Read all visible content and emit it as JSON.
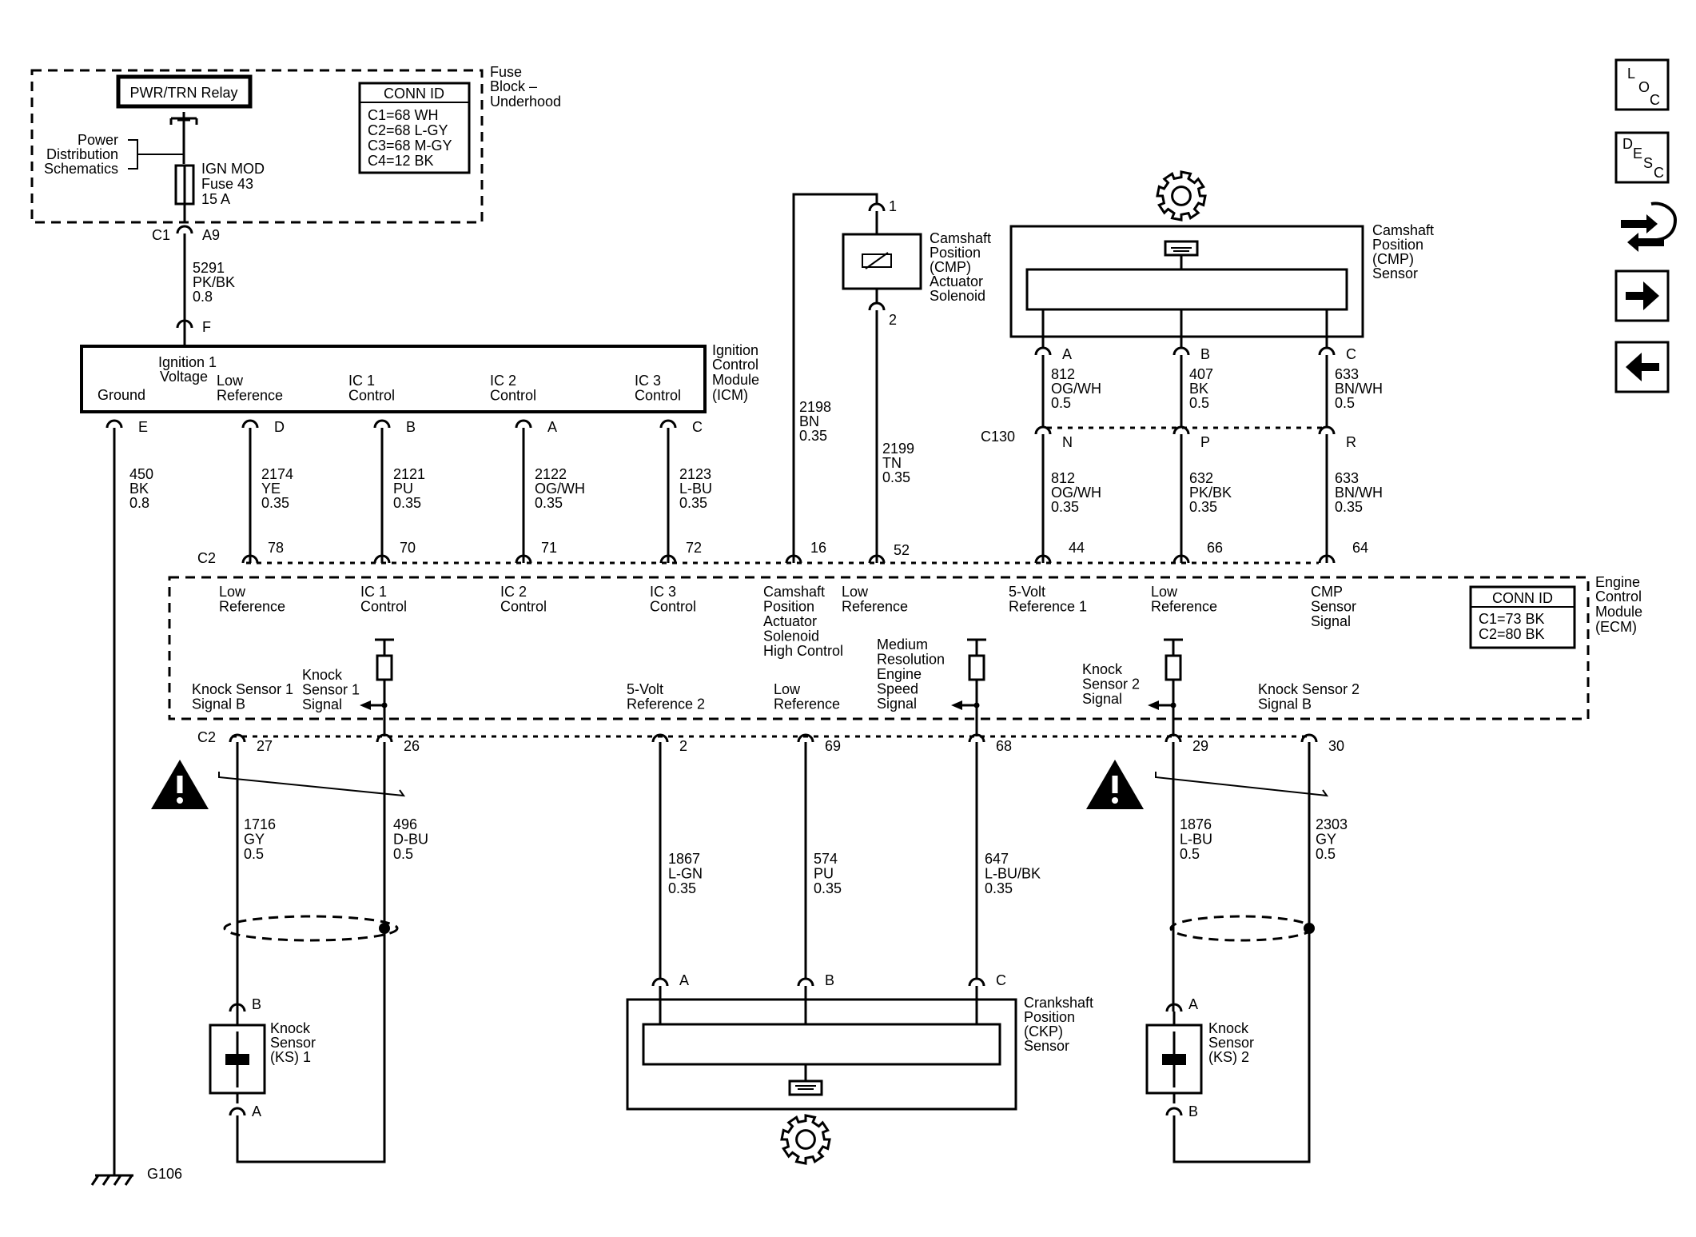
{
  "fuse_block": {
    "relay": "PWR/TRN Relay",
    "title": [
      "Fuse",
      "Block –",
      "Underhood"
    ],
    "power_dist": [
      "Power",
      "Distribution",
      "Schematics"
    ],
    "fuse": [
      "IGN MOD",
      "Fuse 43",
      "15 A"
    ],
    "conn_id": {
      "title": "CONN ID",
      "rows": [
        "C1=68 WH",
        "C2=68 L-GY",
        "C3=68 M-GY",
        "C4=12 BK"
      ]
    },
    "connector": "C1",
    "pin": "A9"
  },
  "feed_wire": [
    "5291",
    "PK/BK",
    "0.8"
  ],
  "icm": {
    "title": [
      "Ignition",
      "Control",
      "Module",
      "(ICM)"
    ],
    "feed_pin": "F",
    "ign_label": [
      "Ignition 1",
      "Voltage"
    ],
    "terminals": [
      {
        "label": [
          "Ground"
        ],
        "pin": "E",
        "wire": [
          "450",
          "BK",
          "0.8"
        ]
      },
      {
        "label": [
          "Low",
          "Reference"
        ],
        "pin": "D",
        "wire": [
          "2174",
          "YE",
          "0.35"
        ],
        "ecm_pin": "78"
      },
      {
        "label": [
          "IC 1",
          "Control"
        ],
        "pin": "B",
        "wire": [
          "2121",
          "PU",
          "0.35"
        ],
        "ecm_pin": "70"
      },
      {
        "label": [
          "IC 2",
          "Control"
        ],
        "pin": "A",
        "wire": [
          "2122",
          "OG/WH",
          "0.35"
        ],
        "ecm_pin": "71"
      },
      {
        "label": [
          "IC 3",
          "Control"
        ],
        "pin": "C",
        "wire": [
          "2123",
          "L-BU",
          "0.35"
        ],
        "ecm_pin": "72"
      }
    ]
  },
  "cmp_solenoid": {
    "title": [
      "Camshaft",
      "Position",
      "(CMP)",
      "Actuator",
      "Solenoid"
    ],
    "pin_top": "1",
    "pin_bottom": "2",
    "wire_high": [
      "2198",
      "BN",
      "0.35"
    ],
    "wire_low": [
      "2199",
      "TN",
      "0.35"
    ],
    "ecm_pin_high": "16",
    "ecm_pin_low": "52"
  },
  "cmp_sensor": {
    "title": [
      "Camshaft",
      "Position",
      "(CMP)",
      "Sensor"
    ],
    "connector": "C130",
    "pins": [
      {
        "pin": "A",
        "wire_upper": [
          "812",
          "OG/WH",
          "0.5"
        ],
        "inline_pin": "N",
        "wire_lower": [
          "812",
          "OG/WH",
          "0.35"
        ],
        "ecm_pin": "44"
      },
      {
        "pin": "B",
        "wire_upper": [
          "407",
          "BK",
          "0.5"
        ],
        "inline_pin": "P",
        "wire_lower": [
          "632",
          "PK/BK",
          "0.35"
        ],
        "ecm_pin": "66"
      },
      {
        "pin": "C",
        "wire_upper": [
          "633",
          "BN/WH",
          "0.5"
        ],
        "inline_pin": "R",
        "wire_lower": [
          "633",
          "BN/WH",
          "0.35"
        ],
        "ecm_pin": "64"
      }
    ]
  },
  "ecm": {
    "title": [
      "Engine",
      "Control",
      "Module",
      "(ECM)"
    ],
    "conn_id": {
      "title": "CONN ID",
      "rows": [
        "C1=73 BK",
        "C2=80 BK"
      ]
    },
    "top_connector": "C2",
    "bottom_connector": "C2",
    "top_labels": [
      [
        "Low",
        "Reference"
      ],
      [
        "IC 1",
        "Control"
      ],
      [
        "IC 2",
        "Control"
      ],
      [
        "IC 3",
        "Control"
      ],
      [
        "Camshaft",
        "Position",
        "Actuator",
        "Solenoid",
        "High Control"
      ],
      [
        "Low",
        "Reference"
      ],
      [
        "5-Volt",
        "Reference 1"
      ],
      [
        "Low",
        "Reference"
      ],
      [
        "CMP",
        "Sensor",
        "Signal"
      ]
    ],
    "bottom_labels": {
      "ks1_b": [
        "Knock Sensor 1",
        "Signal B"
      ],
      "ks1_sig": [
        "Knock",
        "Sensor 1",
        "Signal"
      ],
      "ref2": [
        "5-Volt",
        "Reference 2"
      ],
      "low_ref": [
        "Low",
        "Reference"
      ],
      "speed": [
        "Medium",
        "Resolution",
        "Engine",
        "Speed",
        "Signal"
      ],
      "ks2_sig": [
        "Knock",
        "Sensor 2",
        "Signal"
      ],
      "ks2_b": [
        "Knock Sensor 2",
        "Signal B"
      ]
    },
    "bottom_pins": [
      "27",
      "26",
      "2",
      "69",
      "68",
      "29",
      "30"
    ]
  },
  "bottom_wires": [
    [
      "1716",
      "GY",
      "0.5"
    ],
    [
      "496",
      "D-BU",
      "0.5"
    ],
    [
      "1867",
      "L-GN",
      "0.35"
    ],
    [
      "574",
      "PU",
      "0.35"
    ],
    [
      "647",
      "L-BU/BK",
      "0.35"
    ],
    [
      "1876",
      "L-BU",
      "0.5"
    ],
    [
      "2303",
      "GY",
      "0.5"
    ]
  ],
  "ckp_sensor": {
    "title": [
      "Crankshaft",
      "Position",
      "(CKP)",
      "Sensor"
    ],
    "pins": [
      "A",
      "B",
      "C"
    ]
  },
  "ks1": {
    "title": [
      "Knock",
      "Sensor",
      "(KS) 1"
    ],
    "pin_top": "B",
    "pin_bottom": "A"
  },
  "ks2": {
    "title": [
      "Knock",
      "Sensor",
      "(KS) 2"
    ],
    "pin_top": "A",
    "pin_bottom": "B"
  },
  "ground": "G106",
  "nav": {
    "loc": [
      "L",
      "O",
      "C"
    ],
    "desc": [
      "D",
      "E",
      "S",
      "C"
    ]
  }
}
